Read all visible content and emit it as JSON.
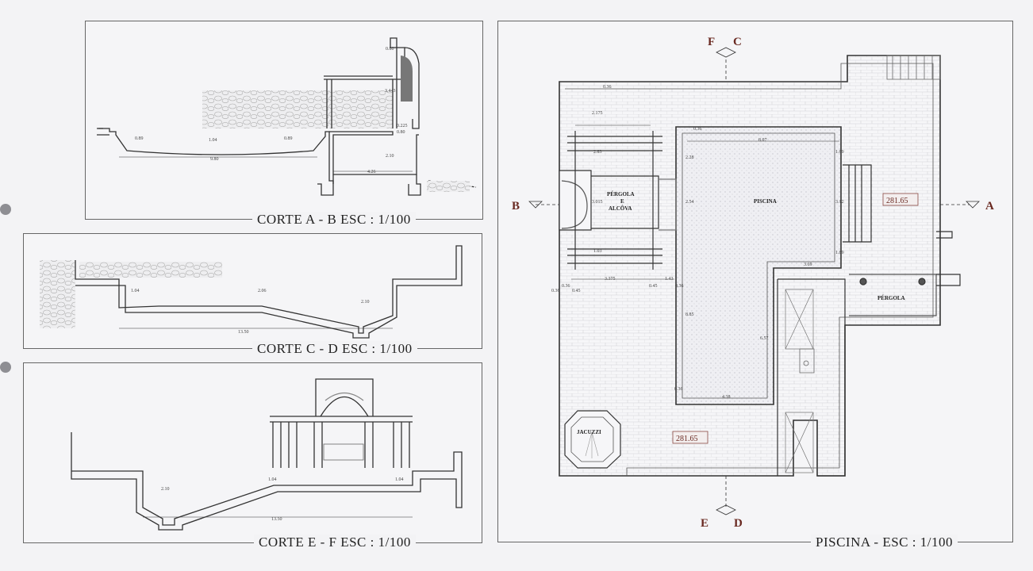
{
  "sections": {
    "ab": {
      "title": "CORTE A - B ESC : 1/100",
      "dims": [
        "0.80",
        "3.443",
        "0.225",
        "0.80",
        "0.89",
        "1.04",
        "0.89",
        "9.80",
        "2.10",
        "4.26"
      ]
    },
    "cd": {
      "title": "CORTE C - D ESC : 1/100",
      "dims": [
        "1.04",
        "2.06",
        "2.10",
        "13.50"
      ]
    },
    "ef": {
      "title": "CORTE E - F ESC : 1/100",
      "dims": [
        "2.10",
        "1.04",
        "1.04",
        "13.50"
      ]
    }
  },
  "plan": {
    "title": "PISCINA - ESC : 1/100",
    "markers": {
      "f": "F",
      "c": "C",
      "b": "B",
      "a": "A",
      "e": "E",
      "d": "D"
    },
    "labels": {
      "pergola_alcova": [
        "PÉRGOLA",
        "E",
        "ALCÔVA"
      ],
      "piscina": "PISCINA",
      "pergola": "PÉRGOLA",
      "jacuzzi": "JACUZZI"
    },
    "levels": [
      "281.65",
      "281.65"
    ],
    "dims": [
      "0.36",
      "2.175",
      "2.83",
      "0.36",
      "8.07",
      "1.69",
      "2.28",
      "3.015",
      "2.54",
      "3.12",
      "1.03",
      "1.89",
      "3.69",
      "0.36",
      "3.375",
      "0.45",
      "1.43",
      "0.36",
      "0.45",
      "0.36",
      "8.85",
      "6.57",
      "0.36",
      "4.38"
    ]
  }
}
